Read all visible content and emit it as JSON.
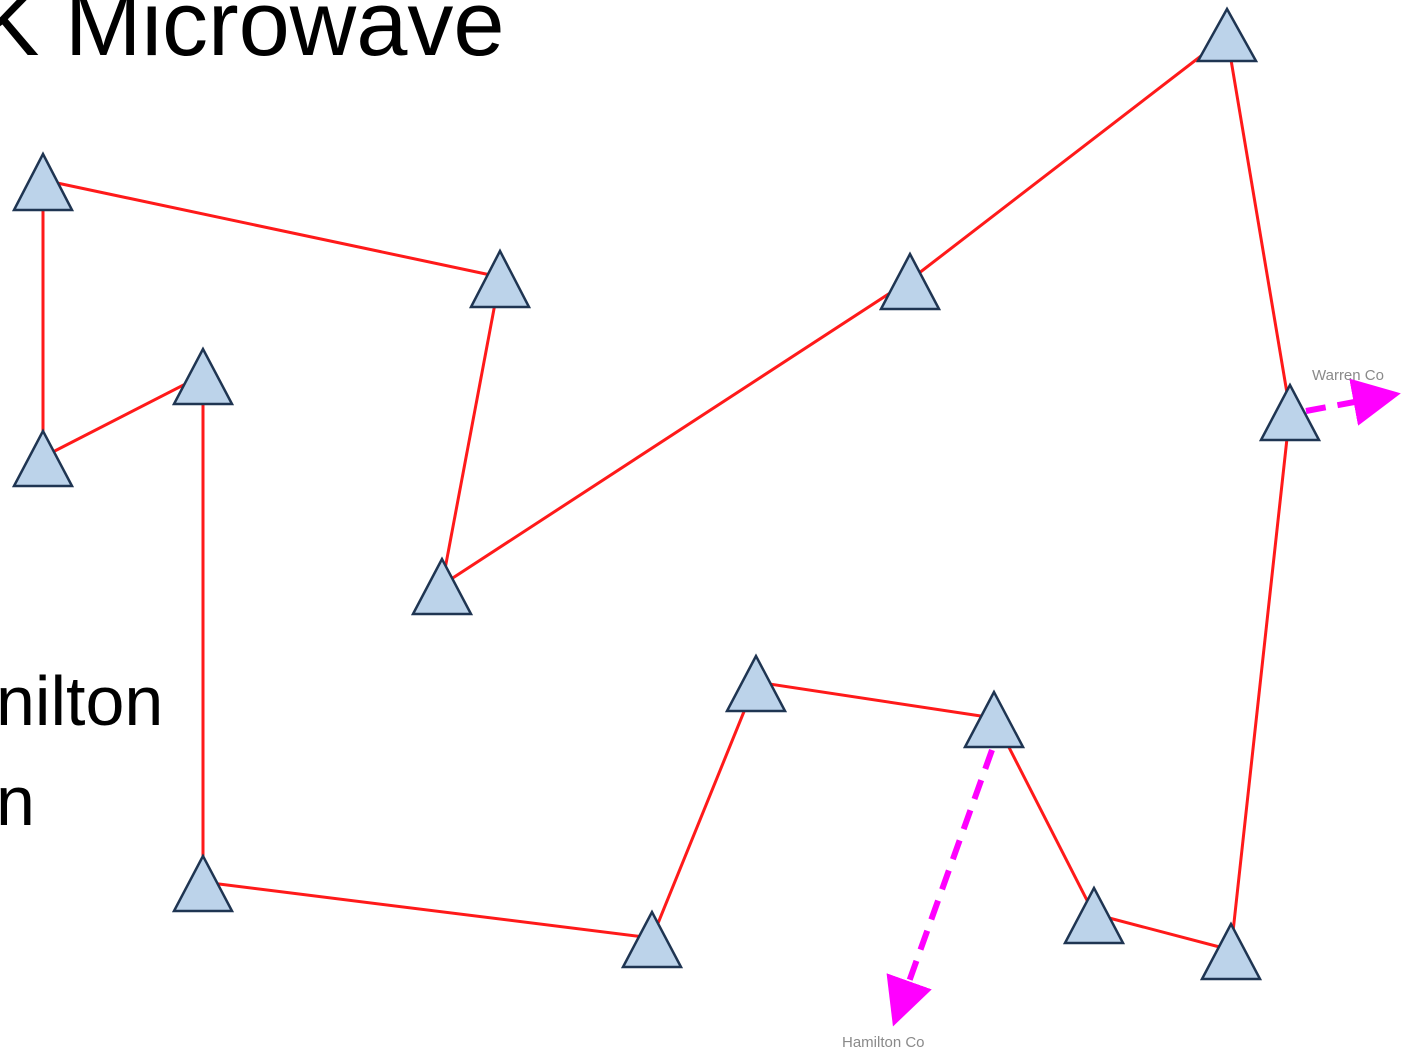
{
  "title": "K Microwave",
  "body_text": [
    "nilton",
    "n"
  ],
  "colors": {
    "link": "#ff1a1a",
    "external_link": "#ff00ff",
    "tower_fill": "#bcd3ea",
    "tower_stroke": "#1f3552",
    "label": "#8a8a8a"
  },
  "external_labels": {
    "warren": "Warren Co",
    "hamilton": "Hamilton Co"
  }
}
